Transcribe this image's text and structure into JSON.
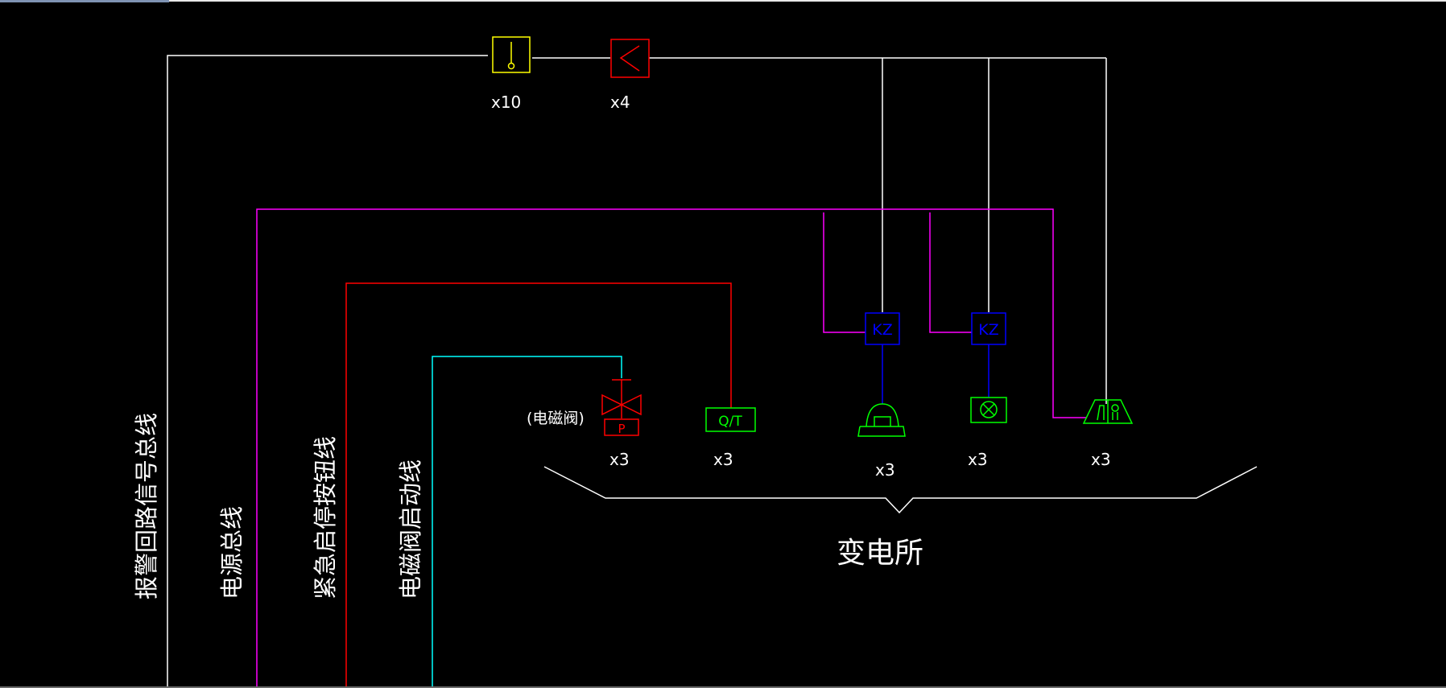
{
  "colors": {
    "background": "#000000",
    "white": "#ffffff",
    "yellow": "#ffff00",
    "red": "#ff0000",
    "magenta": "#ff00ff",
    "cyan": "#00ffff",
    "blue": "#0000ff",
    "green": "#00ff00"
  },
  "bus_labels": {
    "alarm_signal": "报警回路信号总线",
    "power": "电源总线",
    "emergency_stop": "紧急启停按钮线",
    "valve_start": "电磁阀启动线"
  },
  "devices": {
    "detector_count": "x10",
    "flame_detector_count": "x4",
    "valve_note": "(电磁阀)",
    "valve_p": "P",
    "valve_count": "x3",
    "emergency_button_label": "Q/T",
    "emergency_button_count": "x3",
    "control_module_label_1": "KZ",
    "control_module_label_2": "KZ",
    "sounder_count": "x3",
    "strobe_count": "x3",
    "sign_count": "x3"
  },
  "area_label": "变电所"
}
